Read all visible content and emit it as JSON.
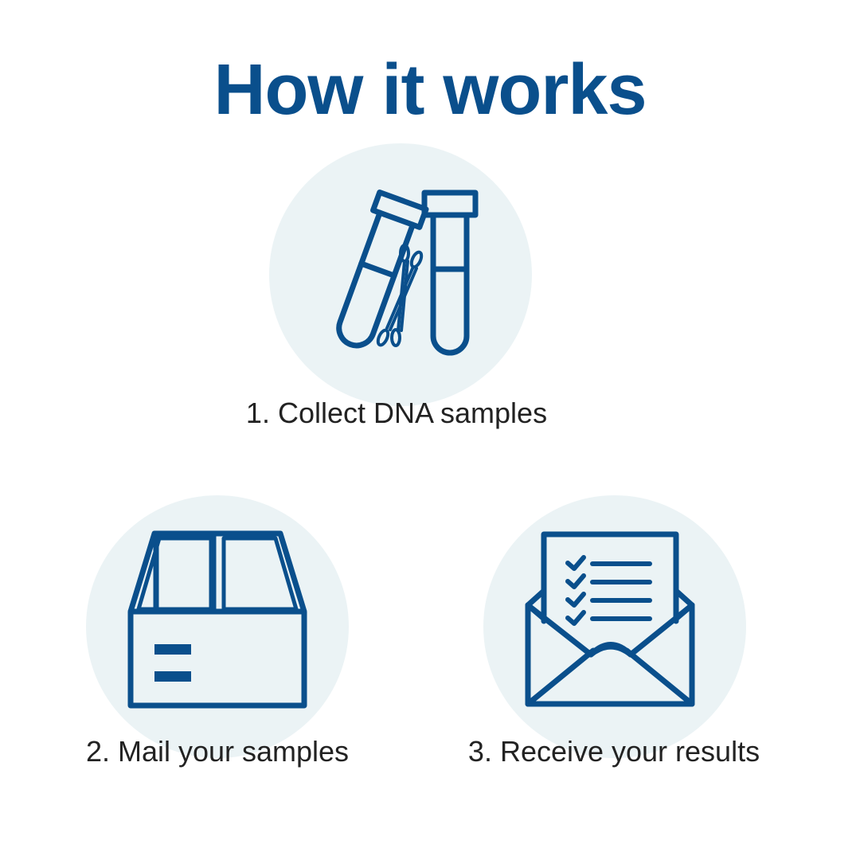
{
  "title": "How it works",
  "accent_color": "#0a4f8c",
  "circle_color": "#ebf3f5",
  "steps": [
    {
      "label": "1. Collect DNA samples",
      "icon": "test-tubes-swabs-icon"
    },
    {
      "label": "2. Mail your samples",
      "icon": "shipping-box-icon"
    },
    {
      "label": "3. Receive your results",
      "icon": "envelope-checklist-icon"
    }
  ]
}
